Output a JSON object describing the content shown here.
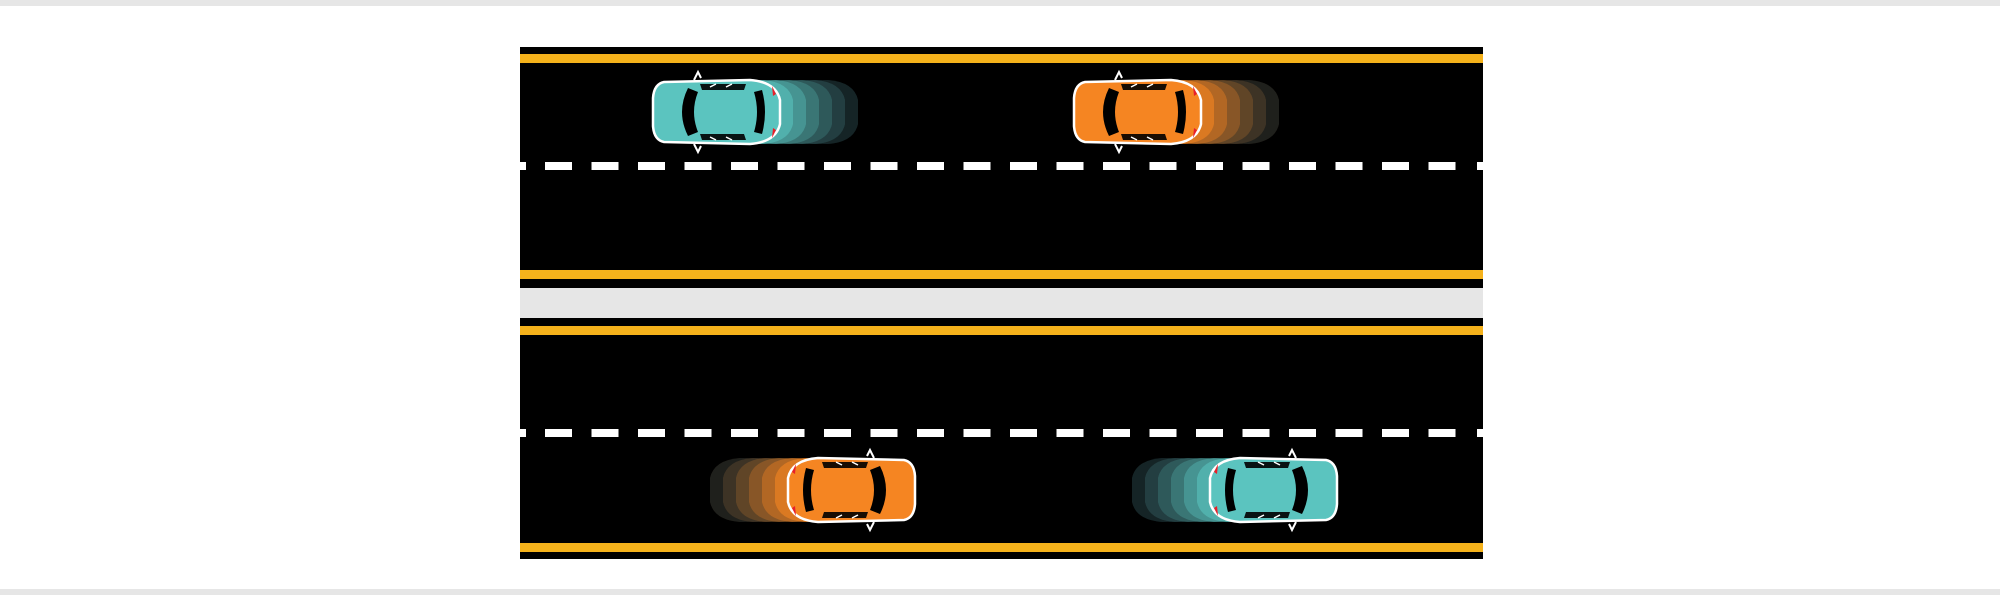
{
  "colors": {
    "page_background": "#ffffff",
    "frame_rule": "#e6e6e6",
    "asphalt": "#000000",
    "edge_line": "#f5b21b",
    "lane_dash": "#ffffff",
    "median": "#e6e6e6",
    "teal_car": "#5bc4bf",
    "orange_car": "#f58522",
    "glass": "#000000",
    "taillight": "#e8202a",
    "outline": "#ffffff"
  },
  "scene": {
    "roadways": [
      {
        "id": "upper",
        "direction": "left",
        "lanes": 2
      },
      {
        "id": "lower",
        "direction": "right",
        "lanes": 2
      }
    ],
    "cars": [
      {
        "roadway": "upper",
        "lane": "outer",
        "color": "teal",
        "direction": "left",
        "motion_trail": true
      },
      {
        "roadway": "upper",
        "lane": "outer",
        "color": "orange",
        "direction": "left",
        "motion_trail": true
      },
      {
        "roadway": "lower",
        "lane": "outer",
        "color": "orange",
        "direction": "right",
        "motion_trail": true
      },
      {
        "roadway": "lower",
        "lane": "outer",
        "color": "teal",
        "direction": "right",
        "motion_trail": true
      }
    ]
  }
}
